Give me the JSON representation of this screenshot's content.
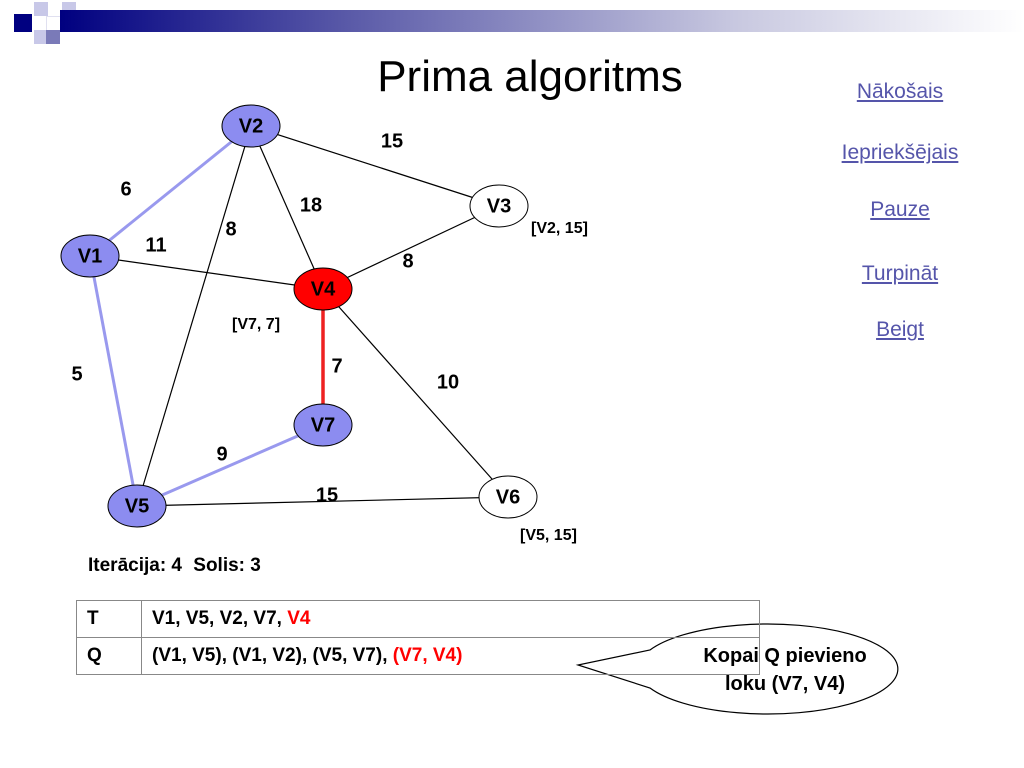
{
  "title": "Prima algoritms",
  "nav": {
    "next": "Nākošais",
    "previous": "Iepriekšējais",
    "pause": "Pauze ",
    "continue": "Turpināt ",
    "end": "Beigt"
  },
  "colors": {
    "tree_node": "#8c8cf0",
    "current_node": "#ff0000",
    "tree_edge": "#9999ee",
    "current_edge": "#ee2222",
    "link": "#5555aa"
  },
  "graph": {
    "nodes": [
      {
        "id": "V1",
        "label": "V1",
        "state": "tree"
      },
      {
        "id": "V2",
        "label": "V2",
        "state": "tree"
      },
      {
        "id": "V3",
        "label": "V3",
        "state": "none"
      },
      {
        "id": "V4",
        "label": "V4",
        "state": "current"
      },
      {
        "id": "V5",
        "label": "V5",
        "state": "tree"
      },
      {
        "id": "V6",
        "label": "V6",
        "state": "none"
      },
      {
        "id": "V7",
        "label": "V7",
        "state": "tree"
      }
    ],
    "edges": [
      {
        "from": "V1",
        "to": "V2",
        "weight": "6",
        "state": "tree"
      },
      {
        "from": "V2",
        "to": "V3",
        "weight": "15",
        "state": "normal"
      },
      {
        "from": "V2",
        "to": "V4",
        "weight": "18",
        "state": "normal"
      },
      {
        "from": "V2",
        "to": "V5",
        "weight": "8",
        "state": "normal"
      },
      {
        "from": "V1",
        "to": "V4",
        "weight": "11",
        "state": "normal"
      },
      {
        "from": "V3",
        "to": "V4",
        "weight": "8",
        "state": "normal"
      },
      {
        "from": "V1",
        "to": "V5",
        "weight": "5",
        "state": "tree"
      },
      {
        "from": "V4",
        "to": "V7",
        "weight": "7",
        "state": "current"
      },
      {
        "from": "V4",
        "to": "V6",
        "weight": "10",
        "state": "normal"
      },
      {
        "from": "V5",
        "to": "V7",
        "weight": "9",
        "state": "tree"
      },
      {
        "from": "V5",
        "to": "V6",
        "weight": "15",
        "state": "normal"
      }
    ],
    "annotations": [
      {
        "node": "V3",
        "text": "[V2, 15]"
      },
      {
        "node": "V4",
        "text": "[V7, 7]"
      },
      {
        "node": "V6",
        "text": "[V5, 15]"
      }
    ]
  },
  "status": {
    "iteration_label": "Iterācija: 4",
    "step_label": "Solis: 3"
  },
  "table": {
    "row_t": {
      "header": "T",
      "value": "V1, V5, V2, V7, ",
      "highlight": "V4"
    },
    "row_q": {
      "header": "Q",
      "value": "(V1, V5), (V1, V2), (V5, V7), ",
      "highlight": "(V7, V4)"
    }
  },
  "callout": {
    "line1": "Kopai Q pievieno",
    "line2": "loku (V7, V4)"
  }
}
